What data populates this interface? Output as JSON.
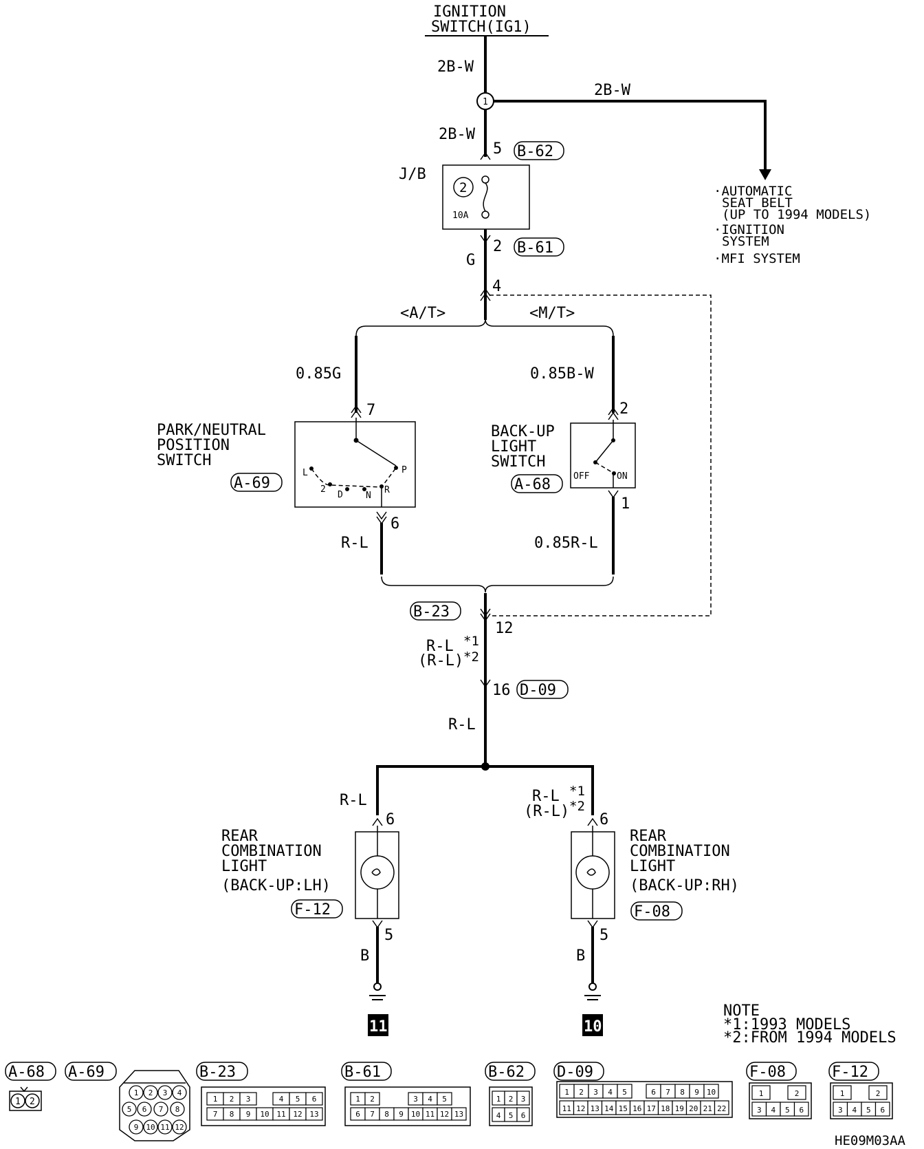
{
  "source": {
    "title_line1": "IGNITION",
    "title_line2": "SWITCH(IG1)"
  },
  "wires": {
    "top": "2B-W",
    "branch": "2B-W",
    "to_jb": "2B-W",
    "jb_out": "G",
    "at_in": "0.85G",
    "mt_in": "0.85B-W",
    "at_out": "R-L",
    "mt_out": "0.85R-L",
    "b23_line1": "R-L",
    "b23_sup1": "*1",
    "b23_line2": "(R-L)",
    "b23_sup2": "*2",
    "d09_out": "R-L",
    "lh_in": "R-L",
    "rh_line1": "R-L",
    "rh_sup1": "*1",
    "rh_line2": "(R-L)",
    "rh_sup2": "*2",
    "lh_gnd": "B",
    "rh_gnd": "B"
  },
  "branch_targets": [
    "·AUTOMATIC",
    "SEAT BELT",
    "(UP TO 1994 MODELS)",
    "·IGNITION",
    "SYSTEM",
    "·MFI SYSTEM"
  ],
  "splice": "1",
  "jb": {
    "label": "J/B",
    "fuse_no": "2",
    "fuse_rating": "10A"
  },
  "pins": {
    "b62": "5",
    "b61": "2",
    "b61_4": "4",
    "pn_in": "7",
    "pn_out": "6",
    "bu_in": "2",
    "bu_out": "1",
    "b23": "12",
    "d09": "16",
    "lh_in": "6",
    "lh_out": "5",
    "rh_in": "6",
    "rh_out": "5"
  },
  "variants": {
    "at": "<A/T>",
    "mt": "<M/T>"
  },
  "components": {
    "pn_switch": [
      "PARK/NEUTRAL",
      "POSITION",
      "SWITCH"
    ],
    "pn_positions": [
      "L",
      "2",
      "D",
      "N",
      "R",
      "P"
    ],
    "bu_switch": [
      "BACK-UP",
      "LIGHT",
      "SWITCH"
    ],
    "bu_positions": [
      "OFF",
      "ON"
    ],
    "rear_lh": [
      "REAR",
      "COMBINATION",
      "LIGHT",
      "(BACK-UP:LH)"
    ],
    "rear_rh": [
      "REAR",
      "COMBINATION",
      "LIGHT",
      "(BACK-UP:RH)"
    ]
  },
  "connectors": {
    "b62": "B-62",
    "b61": "B-61",
    "a69": "A-69",
    "a68": "A-68",
    "b23": "B-23",
    "d09": "D-09",
    "f12": "F-12",
    "f08": "F-08"
  },
  "grounds": {
    "lh": "11",
    "rh": "10"
  },
  "note": [
    "NOTE",
    "*1:1993 MODELS",
    "*2:FROM 1994 MODELS"
  ],
  "legend": {
    "a68": {
      "label": "A-68",
      "pins": [
        "1",
        "2"
      ]
    },
    "a69": {
      "label": "A-69",
      "pins": [
        "1",
        "2",
        "3",
        "4",
        "5",
        "6",
        "7",
        "8",
        "9",
        "10",
        "11",
        "12"
      ]
    },
    "b23": {
      "label": "B-23",
      "row1": [
        "1",
        "2",
        "3",
        "",
        "4",
        "5",
        "6"
      ],
      "row2": [
        "7",
        "8",
        "9",
        "10",
        "11",
        "12",
        "13"
      ]
    },
    "b61": {
      "label": "B-61",
      "row1": [
        "1",
        "2",
        "",
        "",
        "3",
        "4",
        "5"
      ],
      "row2": [
        "6",
        "7",
        "8",
        "9",
        "10",
        "11",
        "12",
        "13"
      ]
    },
    "b62": {
      "label": "B-62",
      "row1": [
        "1",
        "2",
        "3"
      ],
      "row2": [
        "4",
        "5",
        "6"
      ]
    },
    "d09": {
      "label": "D-09",
      "row1": [
        "1",
        "2",
        "3",
        "4",
        "5",
        "",
        "6",
        "7",
        "8",
        "9",
        "10"
      ],
      "row2": [
        "11",
        "12",
        "13",
        "14",
        "15",
        "16",
        "17",
        "18",
        "19",
        "20",
        "21",
        "22"
      ]
    },
    "f08": {
      "label": "F-08",
      "row1": [
        "1",
        "",
        "2"
      ],
      "row2": [
        "3",
        "4",
        "5",
        "6"
      ]
    },
    "f12": {
      "label": "F-12",
      "row1": [
        "1",
        "",
        "2"
      ],
      "row2": [
        "3",
        "4",
        "5",
        "6"
      ]
    }
  },
  "code": "HE09M03AA"
}
